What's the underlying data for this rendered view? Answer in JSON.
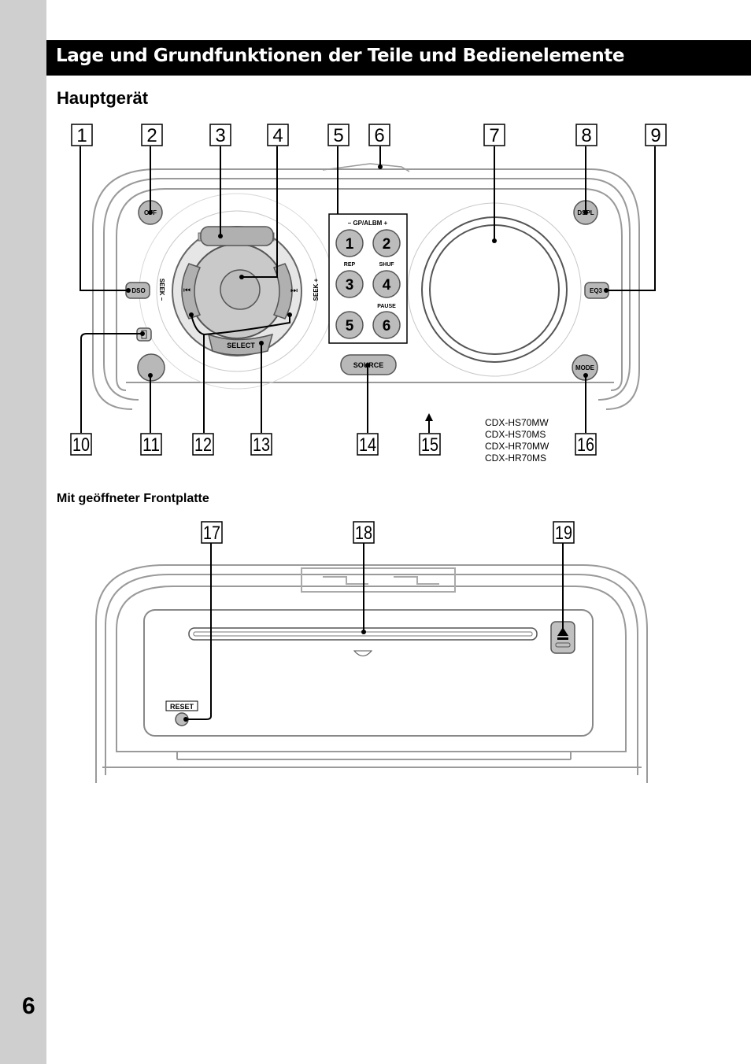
{
  "page": {
    "number": "6"
  },
  "header": {
    "title": "Lage und Grundfunktionen der Teile und Bedienelemente"
  },
  "section": {
    "heading": "Hauptgerät",
    "subheading": "Mit geöffneter Frontplatte"
  },
  "callouts": [
    "1",
    "2",
    "3",
    "4",
    "5",
    "6",
    "7",
    "8",
    "9",
    "10",
    "11",
    "12",
    "13",
    "14",
    "15",
    "16",
    "17",
    "18",
    "19"
  ],
  "buttons": {
    "off": "OFF",
    "dspl": "DSPL",
    "dsd": "DSO",
    "eq3": "EQ3",
    "mode": "MODE",
    "source": "SOURCE",
    "select": "SELECT",
    "reset": "RESET",
    "seek_minus": "SEEK –",
    "seek_plus": "SEEK +",
    "gp_albm": "– GP/ALBM +",
    "rep": "REP",
    "shuf": "SHUF",
    "pause": "PAUSE",
    "presets": [
      "1",
      "2",
      "3",
      "4",
      "5",
      "6"
    ]
  },
  "models": [
    "CDX-HS70MW",
    "CDX-HS70MS",
    "CDX-HR70MW",
    "CDX-HR70MS"
  ]
}
